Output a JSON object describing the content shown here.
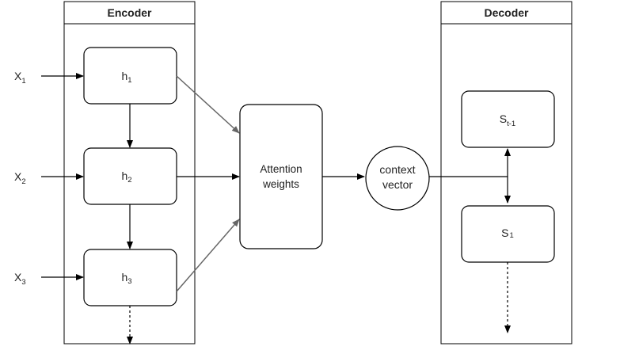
{
  "encoder": {
    "title": "Encoder",
    "hidden_states": [
      {
        "main": "h",
        "sub": "1"
      },
      {
        "main": "h",
        "sub": "2"
      },
      {
        "main": "h",
        "sub": "3"
      }
    ]
  },
  "inputs": [
    {
      "main": "X",
      "sub": "1"
    },
    {
      "main": "X",
      "sub": "2"
    },
    {
      "main": "X",
      "sub": "3"
    }
  ],
  "attention": {
    "line1": "Attention",
    "line2": "weights"
  },
  "context": {
    "line1": "context",
    "line2": "vector"
  },
  "decoder": {
    "title": "Decoder",
    "states": [
      {
        "main": "S",
        "sub": "t-1"
      },
      {
        "main": "S",
        "sub": "1"
      }
    ]
  },
  "colors": {
    "stroke": "#000000",
    "diagonal_arrow": "#666666",
    "text": "#222222"
  }
}
